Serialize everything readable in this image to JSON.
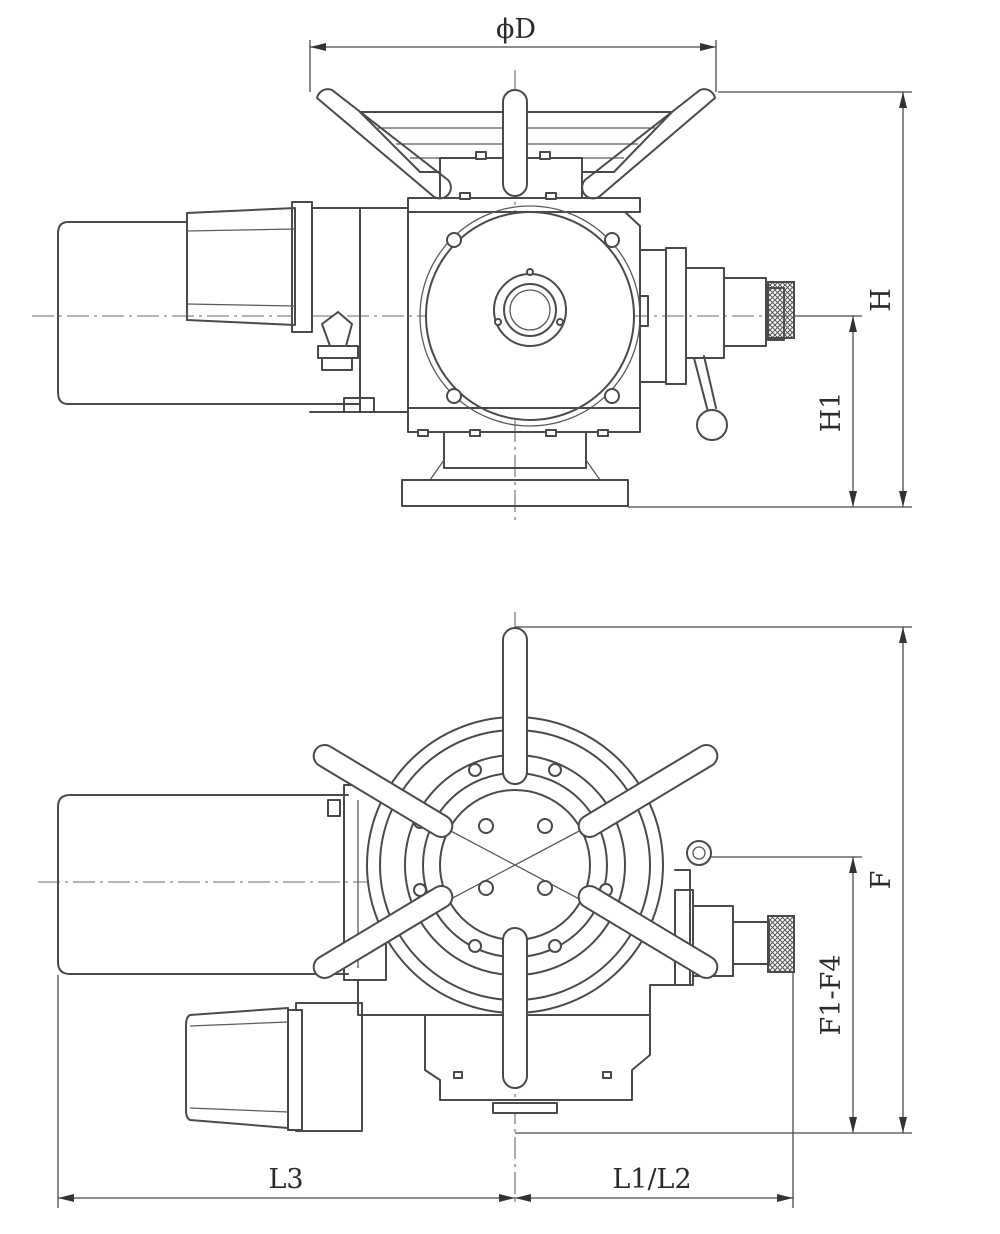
{
  "dimensions": {
    "diameter": "ϕD",
    "height": "H",
    "height_h1": "H1",
    "flange_height": "F",
    "flange_range": "F1-F4",
    "length_l3": "L3",
    "length_l1_l2": "L1/L2"
  }
}
